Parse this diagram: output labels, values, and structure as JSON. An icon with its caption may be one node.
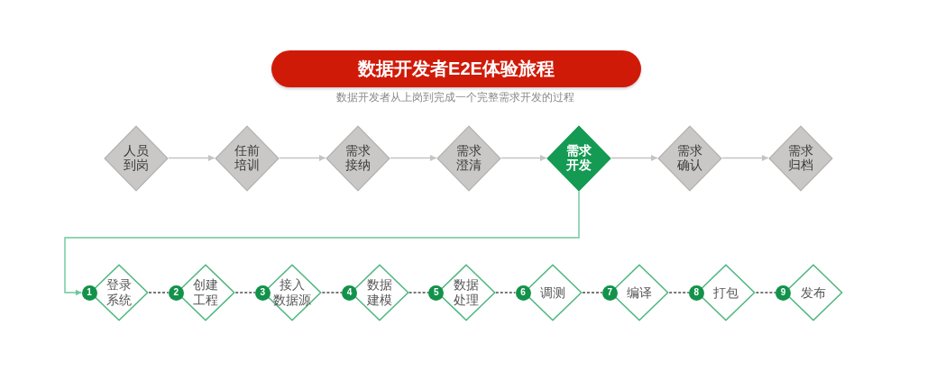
{
  "diagram": {
    "title": "数据开发者E2E体验旅程",
    "nodes": [
      {
        "text": [
          "人员到岗"
        ]
      },
      {
        "text": [
          "任前培训"
        ]
      },
      {
        "text": [
          "需求接纳"
        ]
      },
      {
        "text": [
          "需求澄清"
        ]
      },
      {
        "text": [
          "需求开发"
        ]
      },
      {
        "text": [
          "需求确认"
        ]
      },
      {
        "text": [
          "需求归档"
        ]
      },
      {
        "text": [
          "1"
        ]
      },
      {
        "text": [
          "登录系统"
        ]
      },
      {
        "text": [
          "2"
        ]
      },
      {
        "text": [
          "创建工程"
        ]
      },
      {
        "text": [
          "3"
        ]
      },
      {
        "text": [
          "接入数据源"
        ]
      },
      {
        "text": [
          "4"
        ]
      },
      {
        "text": [
          "数据建模"
        ]
      },
      {
        "text": [
          "5"
        ]
      },
      {
        "text": [
          "数据处理"
        ]
      },
      {
        "text": [
          "6"
        ]
      },
      {
        "text": [
          "调测"
        ]
      },
      {
        "text": [
          "7"
        ]
      },
      {
        "text": [
          "编译"
        ]
      },
      {
        "text": [
          "8"
        ]
      },
      {
        "text": [
          "打包"
        ]
      },
      {
        "text": [
          "9"
        ]
      },
      {
        "text": [
          "发布"
        ]
      }
    ],
    "edges": [
      {
        "from": 0,
        "to": 1,
        "arrow": "to",
        "color": "#c4c4c4"
      },
      {
        "from": 1,
        "to": 2,
        "arrow": "to",
        "color": "#c4c4c4"
      },
      {
        "from": 2,
        "to": 3,
        "arrow": "to",
        "color": "#c4c4c4"
      },
      {
        "from": 3,
        "to": 4,
        "arrow": "to",
        "color": "#c4c4c4"
      },
      {
        "from": 4,
        "to": 5,
        "arrow": "to",
        "color": "#c4c4c4"
      },
      {
        "from": 5,
        "to": 6,
        "arrow": "to",
        "color": "#c4c4c4"
      },
      {
        "from": 4,
        "to": 7,
        "arrow": "to",
        "color": "#6cc89c"
      },
      {
        "from": 8,
        "to": 9,
        "arrow": "none",
        "style": "dashed"
      },
      {
        "from": 10,
        "to": 11,
        "arrow": "none",
        "style": "dashed"
      },
      {
        "from": 12,
        "to": 13,
        "arrow": "none",
        "style": "dashed"
      },
      {
        "from": 14,
        "to": 15,
        "arrow": "none",
        "style": "dashed"
      },
      {
        "from": 16,
        "to": 17,
        "arrow": "none",
        "style": "dashed"
      },
      {
        "from": 18,
        "to": 19,
        "arrow": "none",
        "style": "dashed"
      },
      {
        "from": 20,
        "to": 21,
        "arrow": "none",
        "style": "dashed"
      },
      {
        "from": 22,
        "to": 23,
        "arrow": "none",
        "style": "dashed"
      }
    ],
    "labels": [
      "数据开发者从上岗到完成一个完整需求开发的过程"
    ]
  }
}
